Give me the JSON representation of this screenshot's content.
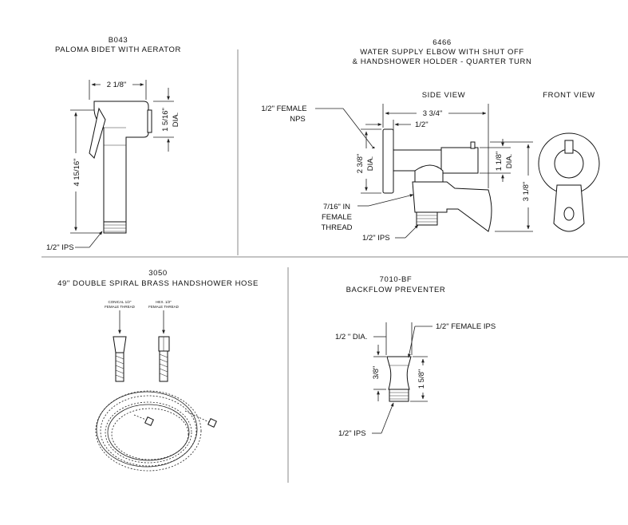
{
  "panels": {
    "b043": {
      "code": "B043",
      "name": "PALOMA BIDET WITH AERATOR",
      "dims": {
        "width": "2 1/8\"",
        "height": "4 15/16\"",
        "diameter": "1 5/16\"",
        "diameter_label": "DIA.",
        "thread": "1/2\" IPS"
      }
    },
    "p6466": {
      "code": "6466",
      "name_line1": "WATER SUPPLY ELBOW WITH SHUT OFF",
      "name_line2": "& HANDSHOWER HOLDER - QUARTER TURN",
      "side_view": "SIDE VIEW",
      "front_view": "FRONT VIEW",
      "dims": {
        "female_nps_1": "1/2\" FEMALE",
        "female_nps_2": "NPS",
        "length": "3 3/4\"",
        "half": "1/2\"",
        "flange_dia": "2 3/8\"",
        "flange_dia_label": "DIA.",
        "holder_dia": "1 1/8\"",
        "holder_dia_label": "DIA.",
        "height": "3 1/8\"",
        "thread_1": "7/16\" IN",
        "thread_2": "FEMALE",
        "thread_3": "THREAD",
        "ips": "1/2\" IPS"
      }
    },
    "p3050": {
      "code": "3050",
      "name": "49\" DOUBLE SPIRAL BRASS HANDSHOWER HOSE",
      "conical_1": "CONICAL 1/2\"",
      "conical_2": "FEMALE THREAD",
      "hex_1": "HEX. 1/2\"",
      "hex_2": "FEMALE THREAD"
    },
    "p7010": {
      "code": "7010-BF",
      "name": "BACKFLOW PREVENTER",
      "dims": {
        "dia": "1/2 \" DIA.",
        "female_ips": "1/2\" FEMALE IPS",
        "top": "3/8\"",
        "height": "1 5/8\"",
        "ips": "1/2\" IPS"
      }
    }
  },
  "colors": {
    "line": "#222222",
    "separator": "#888888",
    "background": "#ffffff"
  }
}
